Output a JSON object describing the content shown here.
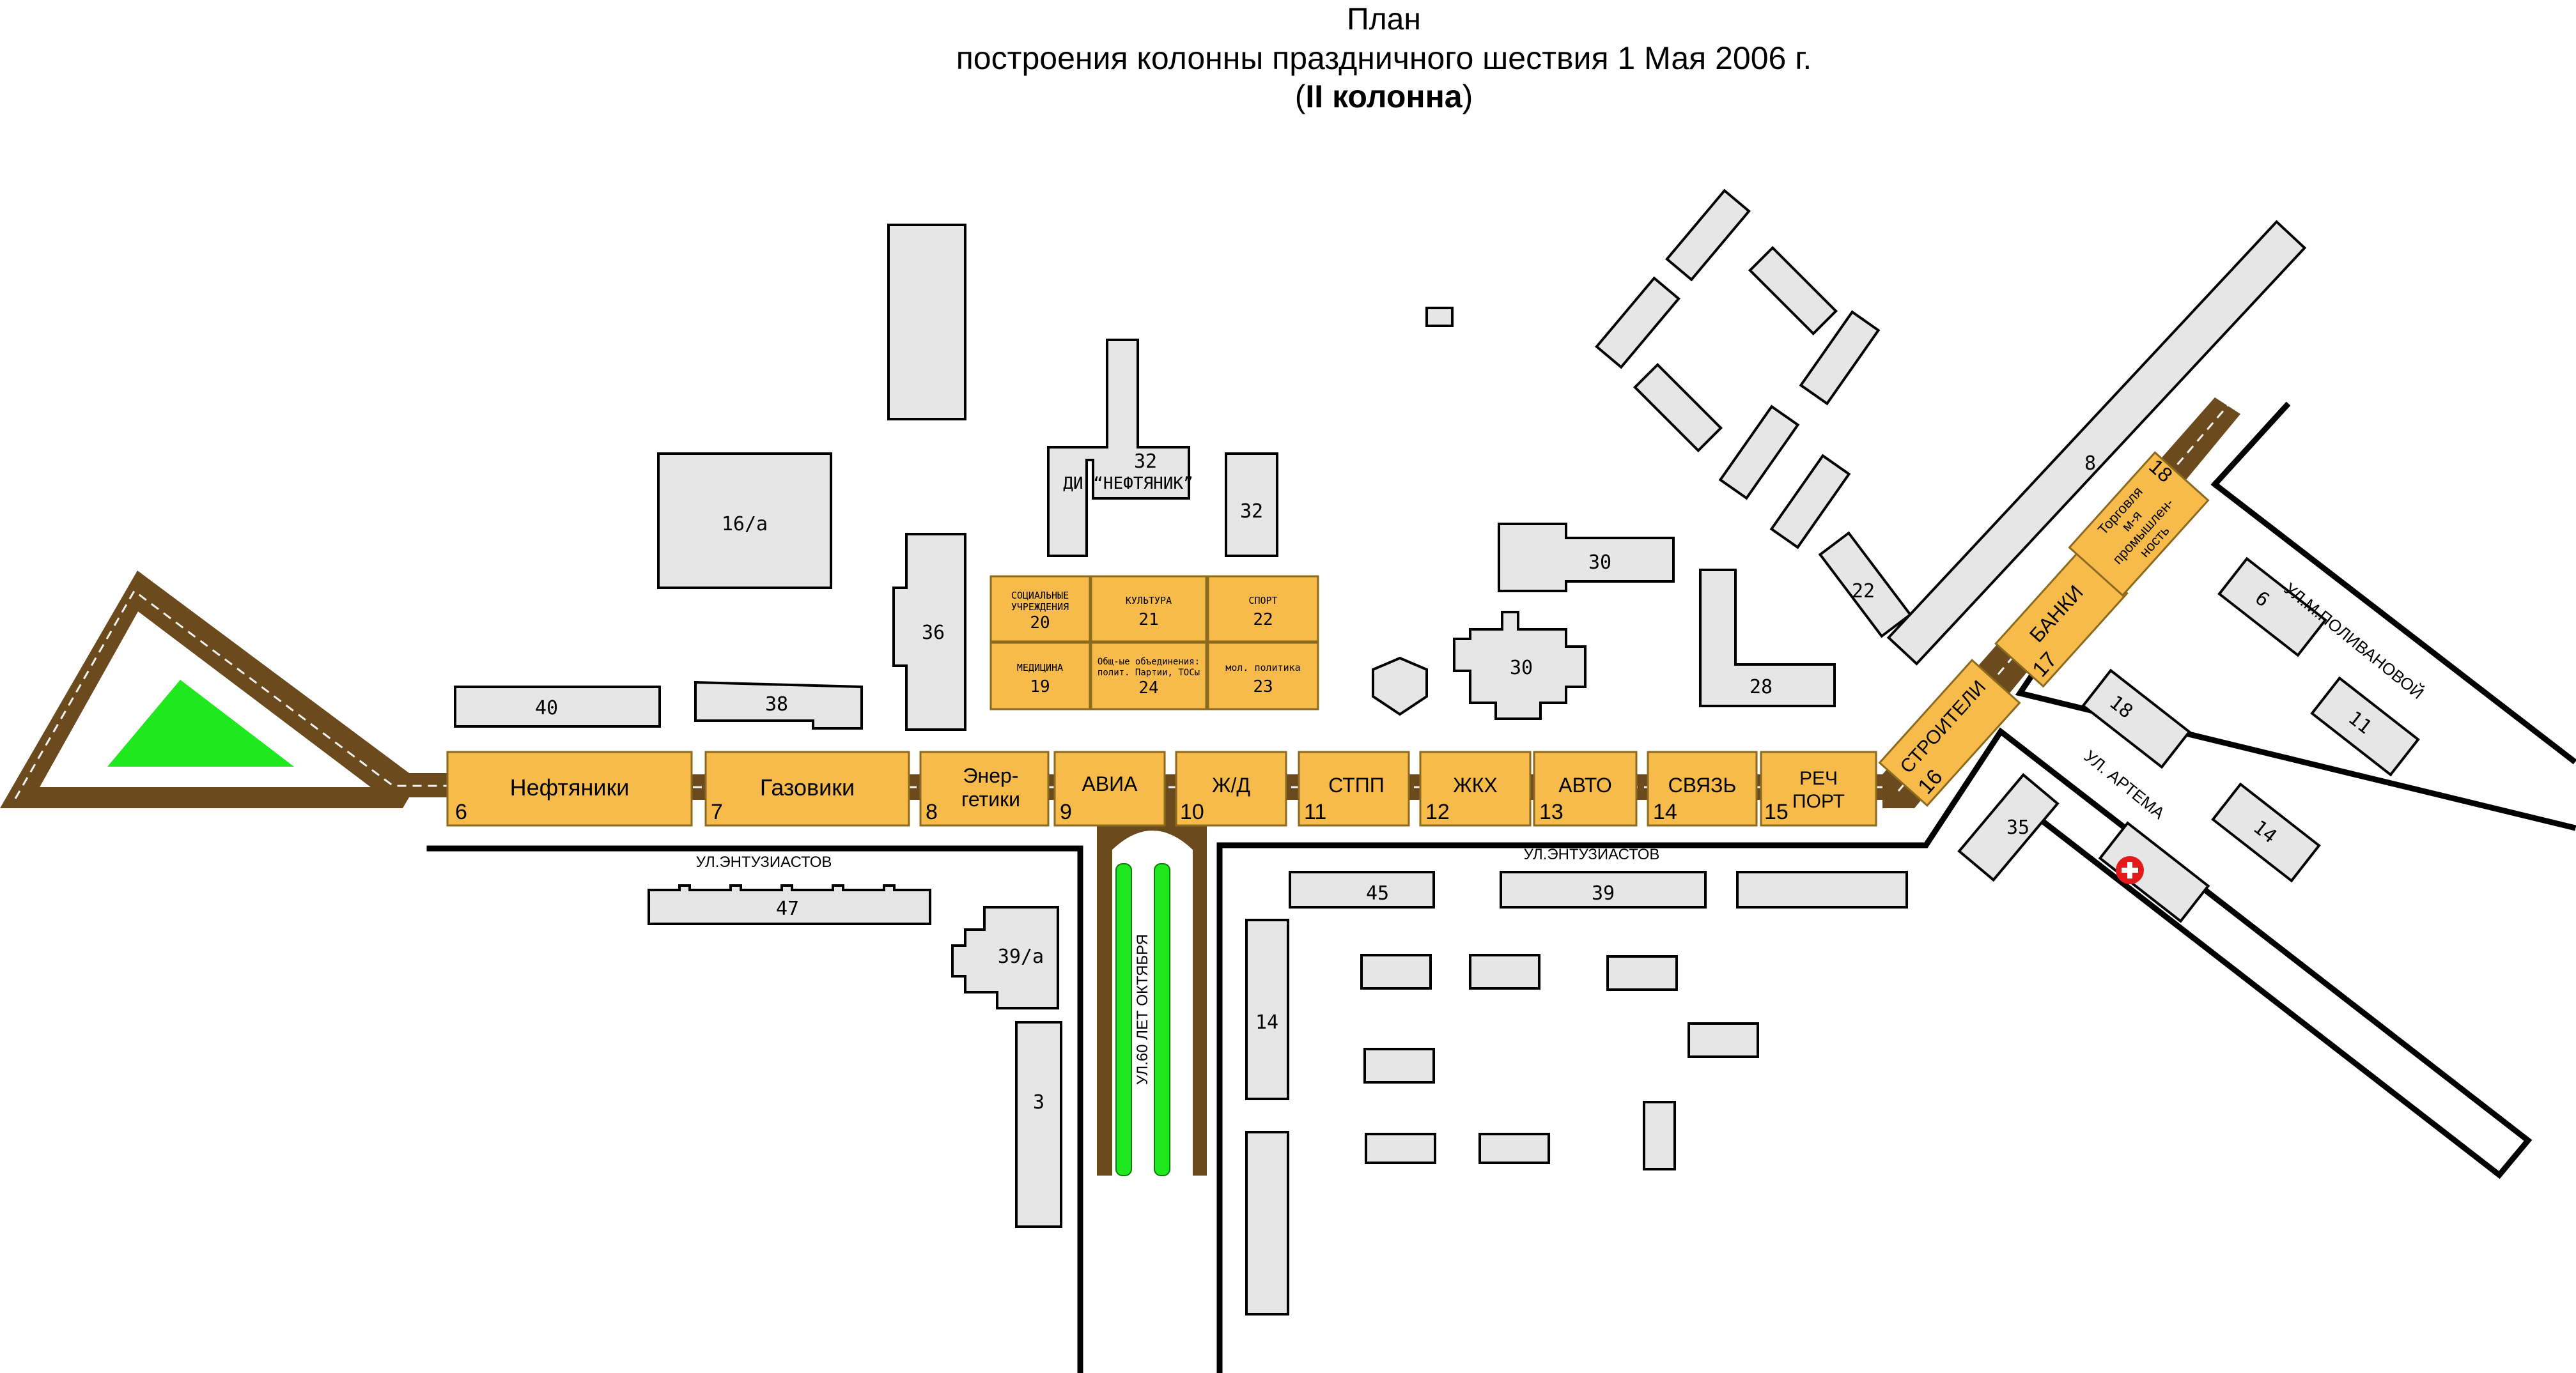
{
  "title": {
    "line1": "План",
    "line2": "построения колонны праздничного шествия 1 Мая 2006 г.",
    "line3_open": "(",
    "line3_bold": "II колонна",
    "line3_close": ")"
  },
  "buildings": {
    "b_16a": "16/а",
    "b_36": "36",
    "b_32di": "32",
    "b_di": "ДИ “НЕФТЯНИК”",
    "b_32": "32",
    "b_40": "40",
    "b_38": "38",
    "b_30a": "30",
    "b_30b": "30",
    "b_28": "28",
    "b_22": "22",
    "b_8": "8",
    "b_6": "6",
    "b_11": "11",
    "b_18": "18",
    "b_14r": "14",
    "b_35": "35",
    "b_47": "47",
    "b_39a": "39/а",
    "b_3": "3",
    "b_45": "45",
    "b_39": "39",
    "b_14": "14"
  },
  "streets": {
    "entuz_left": "УЛ.ЭНТУЗИАСТОВ",
    "entuz_right": "УЛ.ЭНТУЗИАСТОВ",
    "oct60": "УЛ.60 ЛЕТ ОКТЯБРЯ",
    "polivanova": "УЛ.М.ПОЛИВАНОВОЙ",
    "artema": "УЛ. АРТЕМА"
  },
  "groups": {
    "g20_l1": "СОЦИАЛЬНЫЕ",
    "g20_l2": "УЧРЕЖДЕНИЯ",
    "g20_n": "20",
    "g21_l": "КУЛЬТУРА",
    "g21_n": "21",
    "g22_l": "СПОРТ",
    "g22_n": "22",
    "g19_l": "МЕДИЦИНА",
    "g19_n": "19",
    "g24_l1": "Общ-ые объединения:",
    "g24_l2": "полит. Партии, ТОСы",
    "g24_n": "24",
    "g23_l": "мол. политика",
    "g23_n": "23"
  },
  "column": {
    "c6_l": "Нефтяники",
    "c6_n": "6",
    "c7_l": "Газовики",
    "c7_n": "7",
    "c8_l1": "Энер-",
    "c8_l2": "гетики",
    "c8_n": "8",
    "c9_l": "АВИА",
    "c9_n": "9",
    "c10_l": "Ж/Д",
    "c10_n": "10",
    "c11_l": "СТПП",
    "c11_n": "11",
    "c12_l": "ЖКХ",
    "c12_n": "12",
    "c13_l": "АВТО",
    "c13_n": "13",
    "c14_l": "СВЯЗЬ",
    "c14_n": "14",
    "c15_l1": "РЕЧ",
    "c15_l2": "ПОРТ",
    "c15_n": "15",
    "c16_l": "СТРОИТЕЛИ",
    "c16_n": "16",
    "c17_l": "БАНКИ",
    "c17_n": "17",
    "c18_l1": "Торговля",
    "c18_l2": "м-я",
    "c18_l3": "промышлен-",
    "c18_l4": "ность",
    "c18_n": "18"
  },
  "colors": {
    "road": "#6b4a1e",
    "column_block": "#f6bb4a",
    "building": "#e6e6e6",
    "green": "#1fe81f"
  },
  "icons": {
    "hospital": "red-cross-icon"
  }
}
